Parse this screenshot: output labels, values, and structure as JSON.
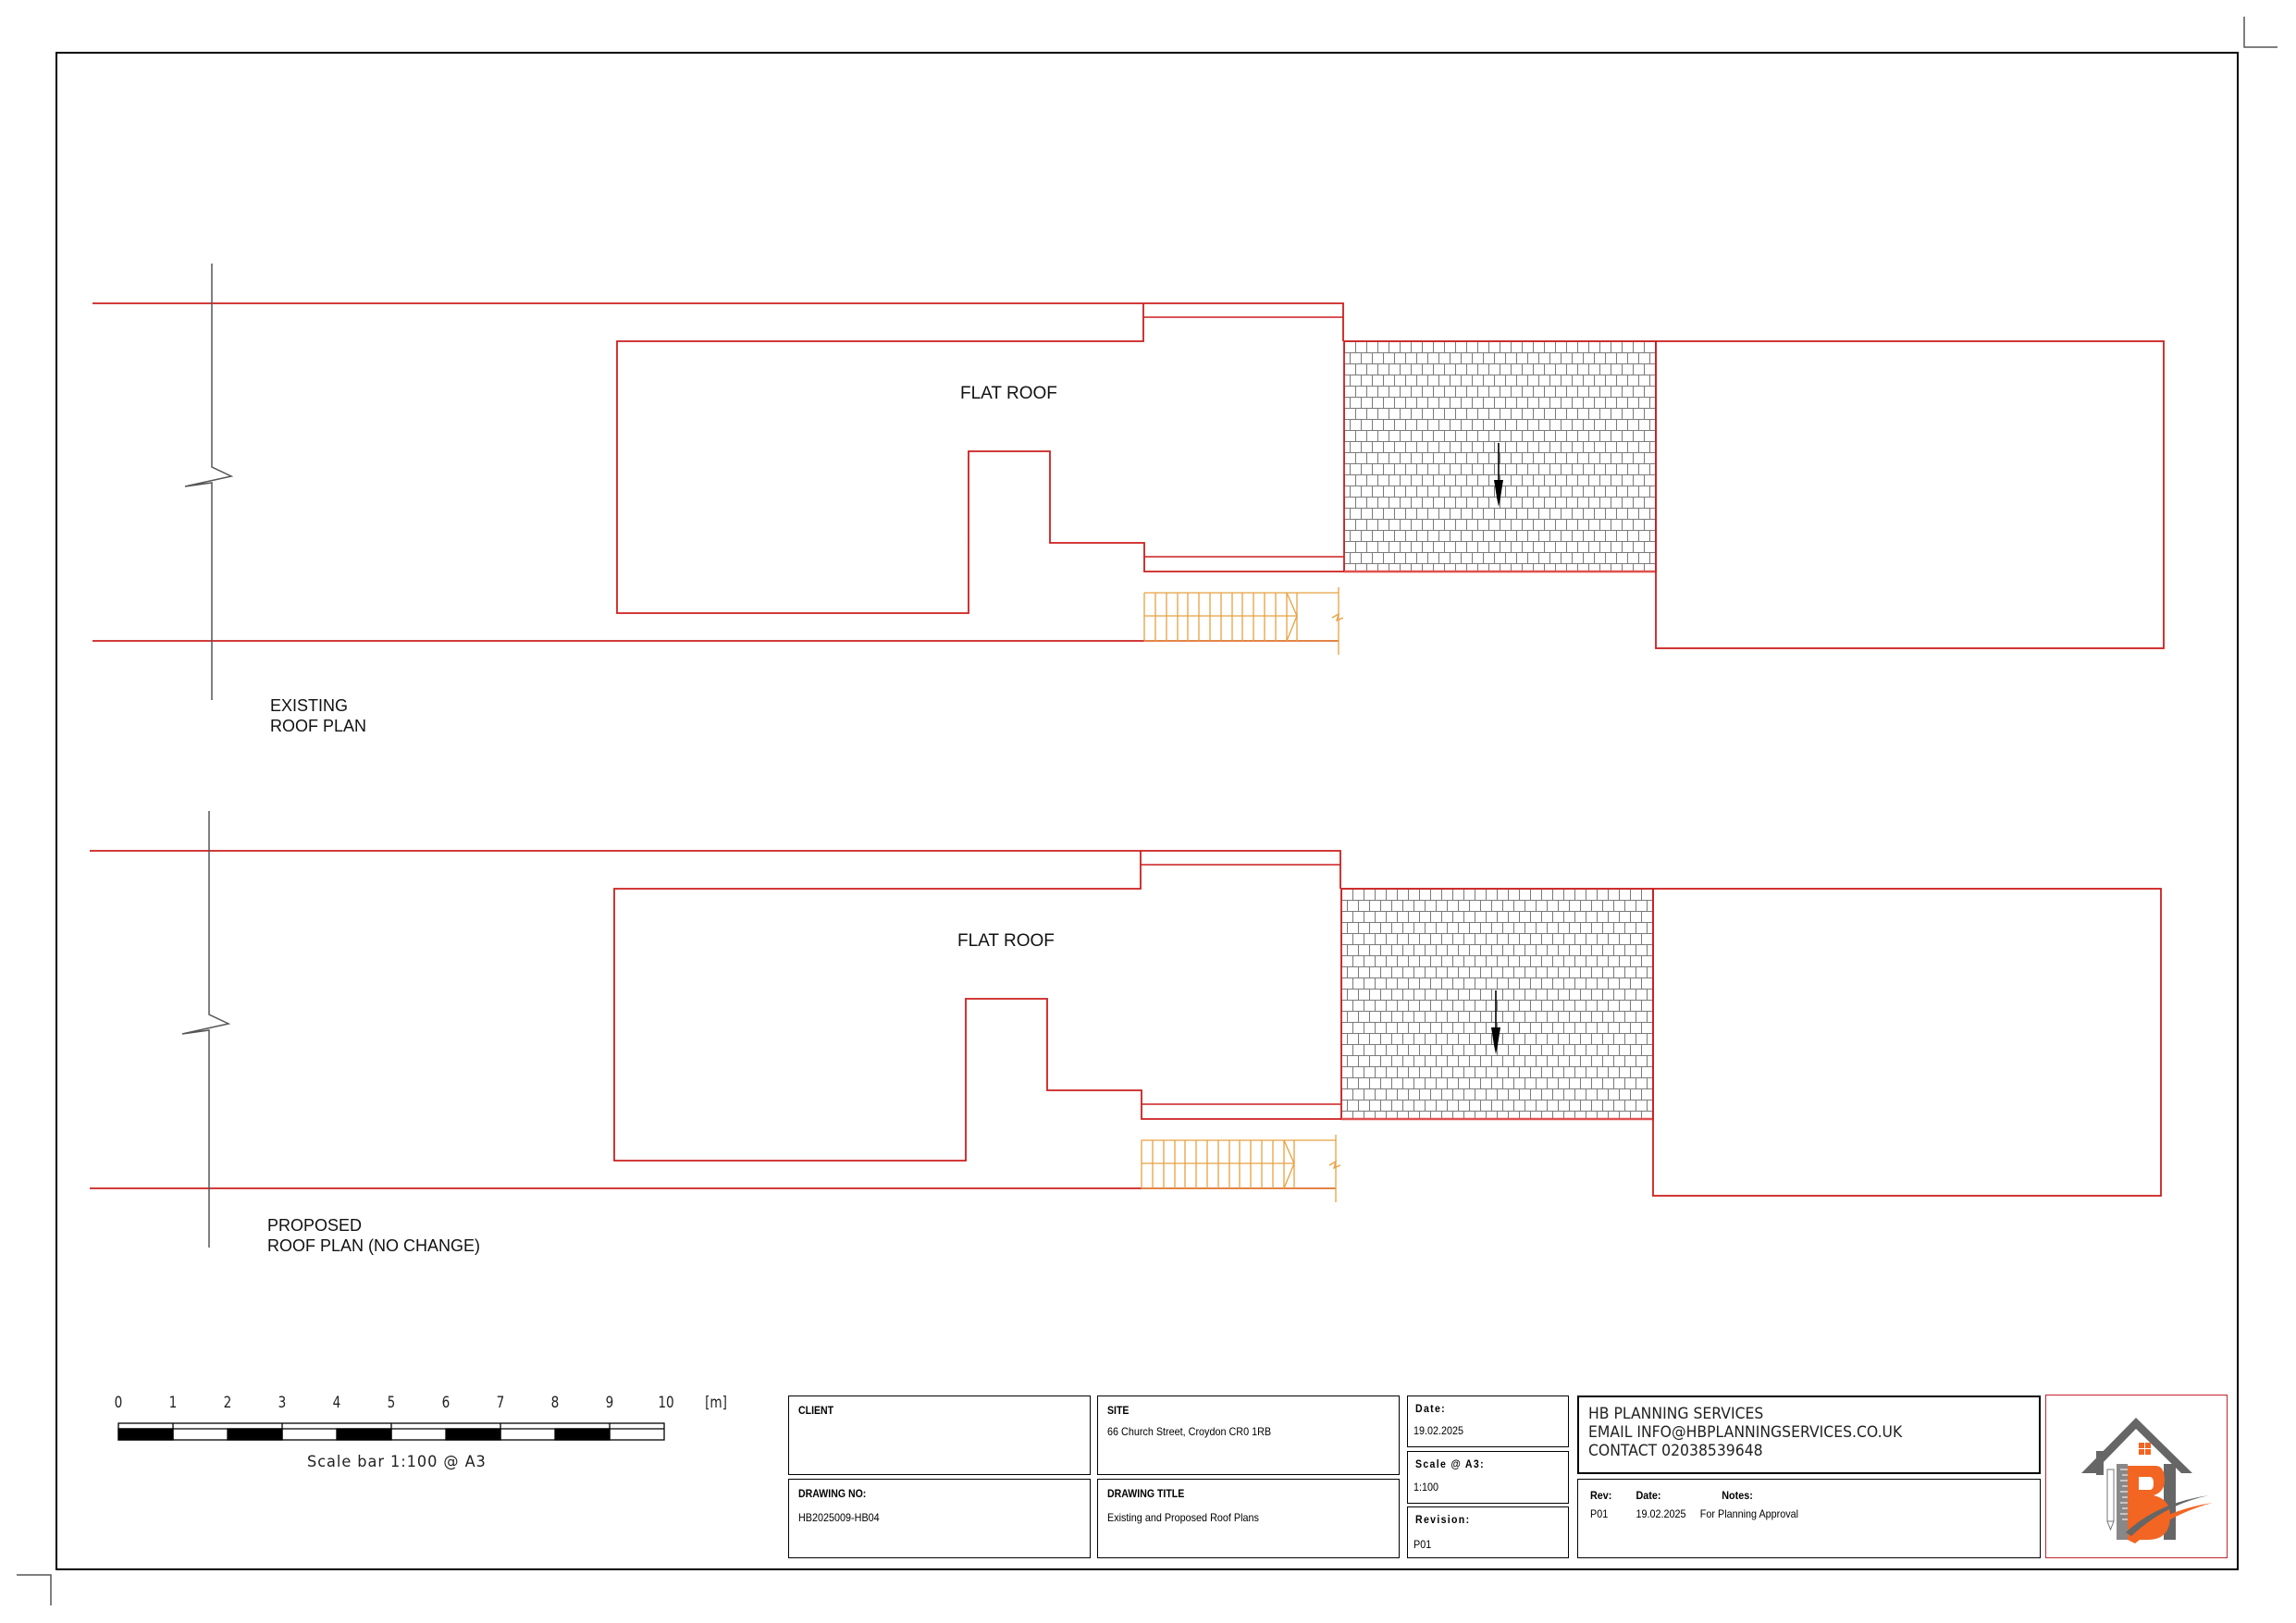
{
  "sheet": {
    "border_color": "#000000",
    "line_color": "#cc1f1f",
    "stair_color": "#e8a040",
    "hatch_color": "#777777"
  },
  "plans": [
    {
      "id": "existing",
      "label_line1": "EXISTING",
      "label_line2": "ROOF PLAN",
      "roof_label": "FLAT ROOF"
    },
    {
      "id": "proposed",
      "label_line1": "PROPOSED",
      "label_line2": "ROOF PLAN (NO CHANGE)",
      "roof_label": "FLAT ROOF"
    }
  ],
  "scale_bar": {
    "ticks": [
      "0",
      "1",
      "2",
      "3",
      "4",
      "5",
      "6",
      "7",
      "8",
      "9",
      "10"
    ],
    "unit": "[m]",
    "caption": "Scale bar 1:100 @ A3"
  },
  "title_block": {
    "client": {
      "heading": "CLIENT",
      "value": ""
    },
    "site": {
      "heading": "SITE",
      "value": "66 Church Street, Croydon CR0 1RB"
    },
    "drawing_no": {
      "heading": "DRAWING NO:",
      "value": "HB2025009-HB04"
    },
    "drawing_title": {
      "heading": "DRAWING TITLE",
      "value": "Existing and Proposed Roof Plans"
    },
    "date": {
      "heading": "Date:",
      "value": "19.02.2025"
    },
    "scale": {
      "heading": "Scale @ A3:",
      "value": "1:100"
    },
    "revision": {
      "heading": "Revision:",
      "value": "P01"
    },
    "company": {
      "name": "HB PLANNING SERVICES",
      "email": "EMAIL INFO@HBPLANNINGSERVICES.CO.UK",
      "contact": "CONTACT 02038539648"
    },
    "revisions_table": {
      "headers": {
        "rev": "Rev:",
        "date": "Date:",
        "notes": "Notes:"
      },
      "rows": [
        {
          "rev": "P01",
          "date": "19.02.2025",
          "notes": "For Planning Approval"
        }
      ]
    },
    "logo": {
      "icon": "hb-house-logo-icon",
      "primary": "#666666",
      "accent": "#f26522"
    }
  }
}
